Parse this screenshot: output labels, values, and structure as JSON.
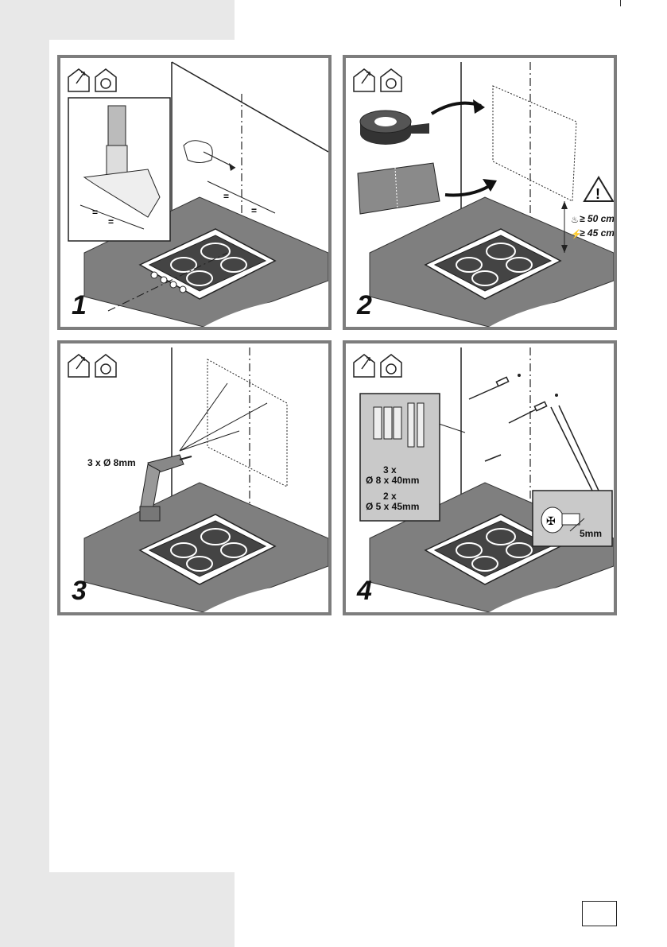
{
  "steps": [
    {
      "number": "1"
    },
    {
      "number": "2",
      "warning": {
        "gas": "≥ 50 cm",
        "electric": "≥ 45 cm"
      }
    },
    {
      "number": "3",
      "drill": "3 x Ø 8mm"
    },
    {
      "number": "4",
      "parts": {
        "qty1": "3 x",
        "spec1": "Ø 8 x 40mm",
        "qty2": "2 x",
        "spec2": "Ø 5 x 45mm"
      },
      "gap": "5mm"
    }
  ],
  "page_number": ""
}
